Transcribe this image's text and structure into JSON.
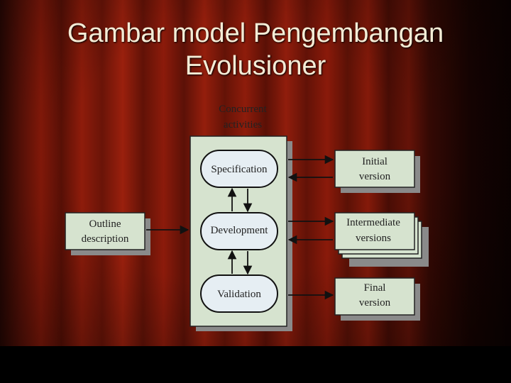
{
  "slide": {
    "title_line1": "Gambar model Pengembangan",
    "title_line2": "Evolusioner"
  },
  "diagram": {
    "concurrent_line1": "Concurrent",
    "concurrent_line2": "activities",
    "outline_line1": "Outline",
    "outline_line2": "description",
    "specification": "Specification",
    "development": "Development",
    "validation": "Validation",
    "initial_line1": "Initial",
    "initial_line2": "version",
    "intermediate_line1": "Intermediate",
    "intermediate_line2": "versions",
    "final_line1": "Final",
    "final_line2": "version"
  },
  "colors": {
    "box_fill": "#d6e3cf",
    "oval_fill": "#e6eef3"
  }
}
